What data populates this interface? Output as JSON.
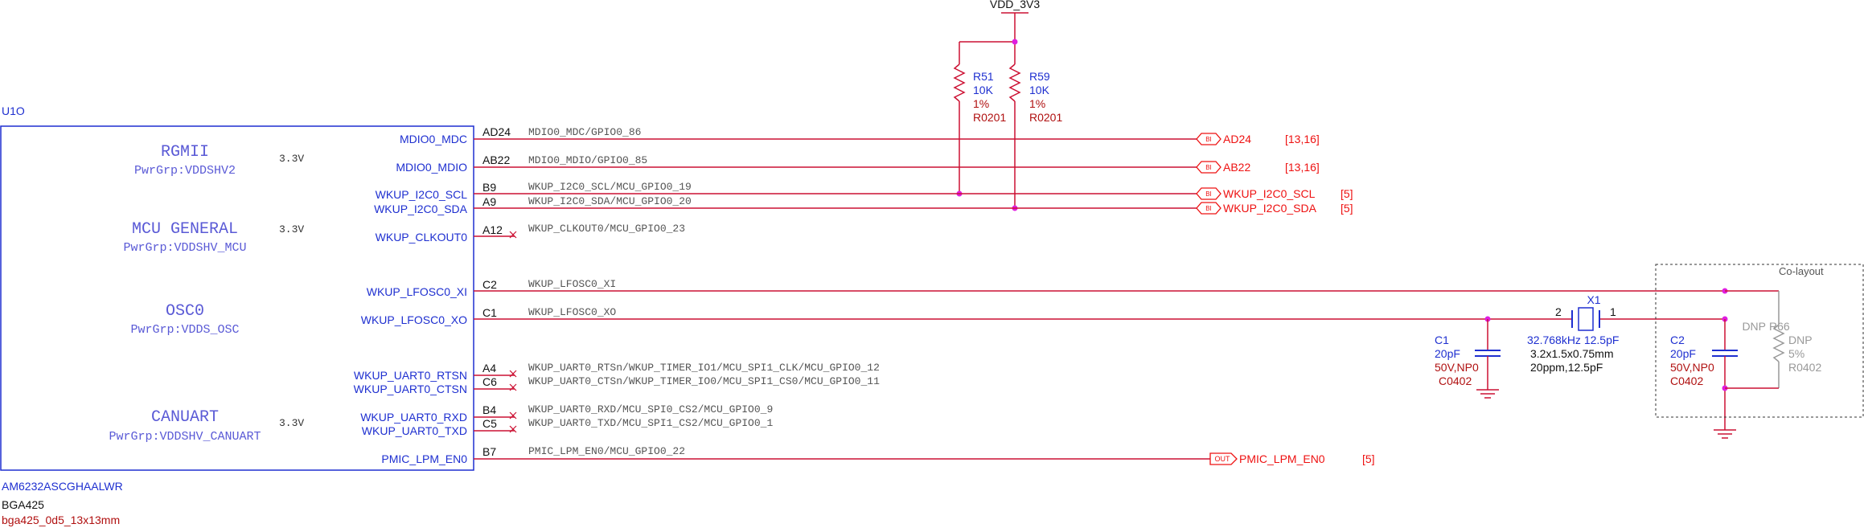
{
  "colors": {
    "chip": "#1e2fd0",
    "block_label": "#5a5ad6",
    "net": "#cc1133",
    "pin_number": "#111111",
    "net_label": "#555555",
    "junction": "#e01ee0",
    "component_value": "#1e2fd0",
    "component_rating": "#b01010",
    "connector": "#ee1111",
    "dnp": "#999999"
  },
  "power": {
    "label": "VDD_3V3"
  },
  "chip": {
    "refdes": "U1O",
    "part": "AM6232ASCGHAALWR",
    "package": "BGA425",
    "footprint": "bga425_0d5_13x13mm"
  },
  "blocks": [
    {
      "name": "RGMII",
      "group": "PwrGrp:VDDSHV2",
      "voltage": "3.3V"
    },
    {
      "name": "MCU GENERAL",
      "group": "PwrGrp:VDDSHV_MCU",
      "voltage": "3.3V"
    },
    {
      "name": "OSC0",
      "group": "PwrGrp:VDDS_OSC",
      "voltage": ""
    },
    {
      "name": "CANUART",
      "group": "PwrGrp:VDDSHV_CANUART",
      "voltage": "3.3V"
    }
  ],
  "pins": [
    {
      "name": "MDIO0_MDC",
      "ball": "AD24",
      "net": "MDIO0_MDC/GPIO0_86"
    },
    {
      "name": "MDIO0_MDIO",
      "ball": "AB22",
      "net": "MDIO0_MDIO/GPIO0_85"
    },
    {
      "name": "WKUP_I2C0_SCL",
      "ball": "B9",
      "net": "WKUP_I2C0_SCL/MCU_GPIO0_19"
    },
    {
      "name": "WKUP_I2C0_SDA",
      "ball": "A9",
      "net": "WKUP_I2C0_SDA/MCU_GPIO0_20"
    },
    {
      "name": "WKUP_CLKOUT0",
      "ball": "A12",
      "net": "WKUP_CLKOUT0/MCU_GPIO0_23"
    },
    {
      "name": "WKUP_LFOSC0_XI",
      "ball": "C2",
      "net": "WKUP_LFOSC0_XI"
    },
    {
      "name": "WKUP_LFOSC0_XO",
      "ball": "C1",
      "net": "WKUP_LFOSC0_XO"
    },
    {
      "name": "WKUP_UART0_RTSN",
      "ball": "A4",
      "net": "WKUP_UART0_RTSn/WKUP_TIMER_IO1/MCU_SPI1_CLK/MCU_GPIO0_12"
    },
    {
      "name": "WKUP_UART0_CTSN",
      "ball": "C6",
      "net": "WKUP_UART0_CTSn/WKUP_TIMER_IO0/MCU_SPI1_CS0/MCU_GPIO0_11"
    },
    {
      "name": "WKUP_UART0_RXD",
      "ball": "B4",
      "net": "WKUP_UART0_RXD/MCU_SPI0_CS2/MCU_GPIO0_9"
    },
    {
      "name": "WKUP_UART0_TXD",
      "ball": "C5",
      "net": "WKUP_UART0_TXD/MCU_SPI1_CS2/MCU_GPIO0_1"
    },
    {
      "name": "PMIC_LPM_EN0",
      "ball": "B7",
      "net": "PMIC_LPM_EN0/MCU_GPIO0_22"
    }
  ],
  "connectors": [
    {
      "dir": "BI",
      "label": "AD24",
      "pages": "[13,16]"
    },
    {
      "dir": "BI",
      "label": "AB22",
      "pages": "[13,16]"
    },
    {
      "dir": "BI",
      "label": "WKUP_I2C0_SCL",
      "pages": "[5]"
    },
    {
      "dir": "BI",
      "label": "WKUP_I2C0_SDA",
      "pages": "[5]"
    },
    {
      "dir": "OUT",
      "label": "PMIC_LPM_EN0",
      "pages": "[5]"
    }
  ],
  "resistors": [
    {
      "ref": "R51",
      "value": "10K",
      "tol": "1%",
      "pkg": "R0201"
    },
    {
      "ref": "R59",
      "value": "10K",
      "tol": "1%",
      "pkg": "R0201"
    }
  ],
  "crystal": {
    "ref": "X1",
    "pin_left": "2",
    "pin_right": "1",
    "freq": "32.768kHz 12.5pF",
    "size": "3.2x1.5x0.75mm",
    "spec": "20ppm,12.5pF"
  },
  "capacitors": [
    {
      "ref": "C1",
      "value": "20pF",
      "rating": "50V,NP0",
      "pkg": "C0402"
    },
    {
      "ref": "C2",
      "value": "20pF",
      "rating": "50V,NP0",
      "pkg": "C0402"
    }
  ],
  "dnp_resistor": {
    "tag": "DNP",
    "ref": "R66",
    "value": "DNP",
    "tol": "5%",
    "pkg": "R0402",
    "box_label": "Co-layout"
  }
}
